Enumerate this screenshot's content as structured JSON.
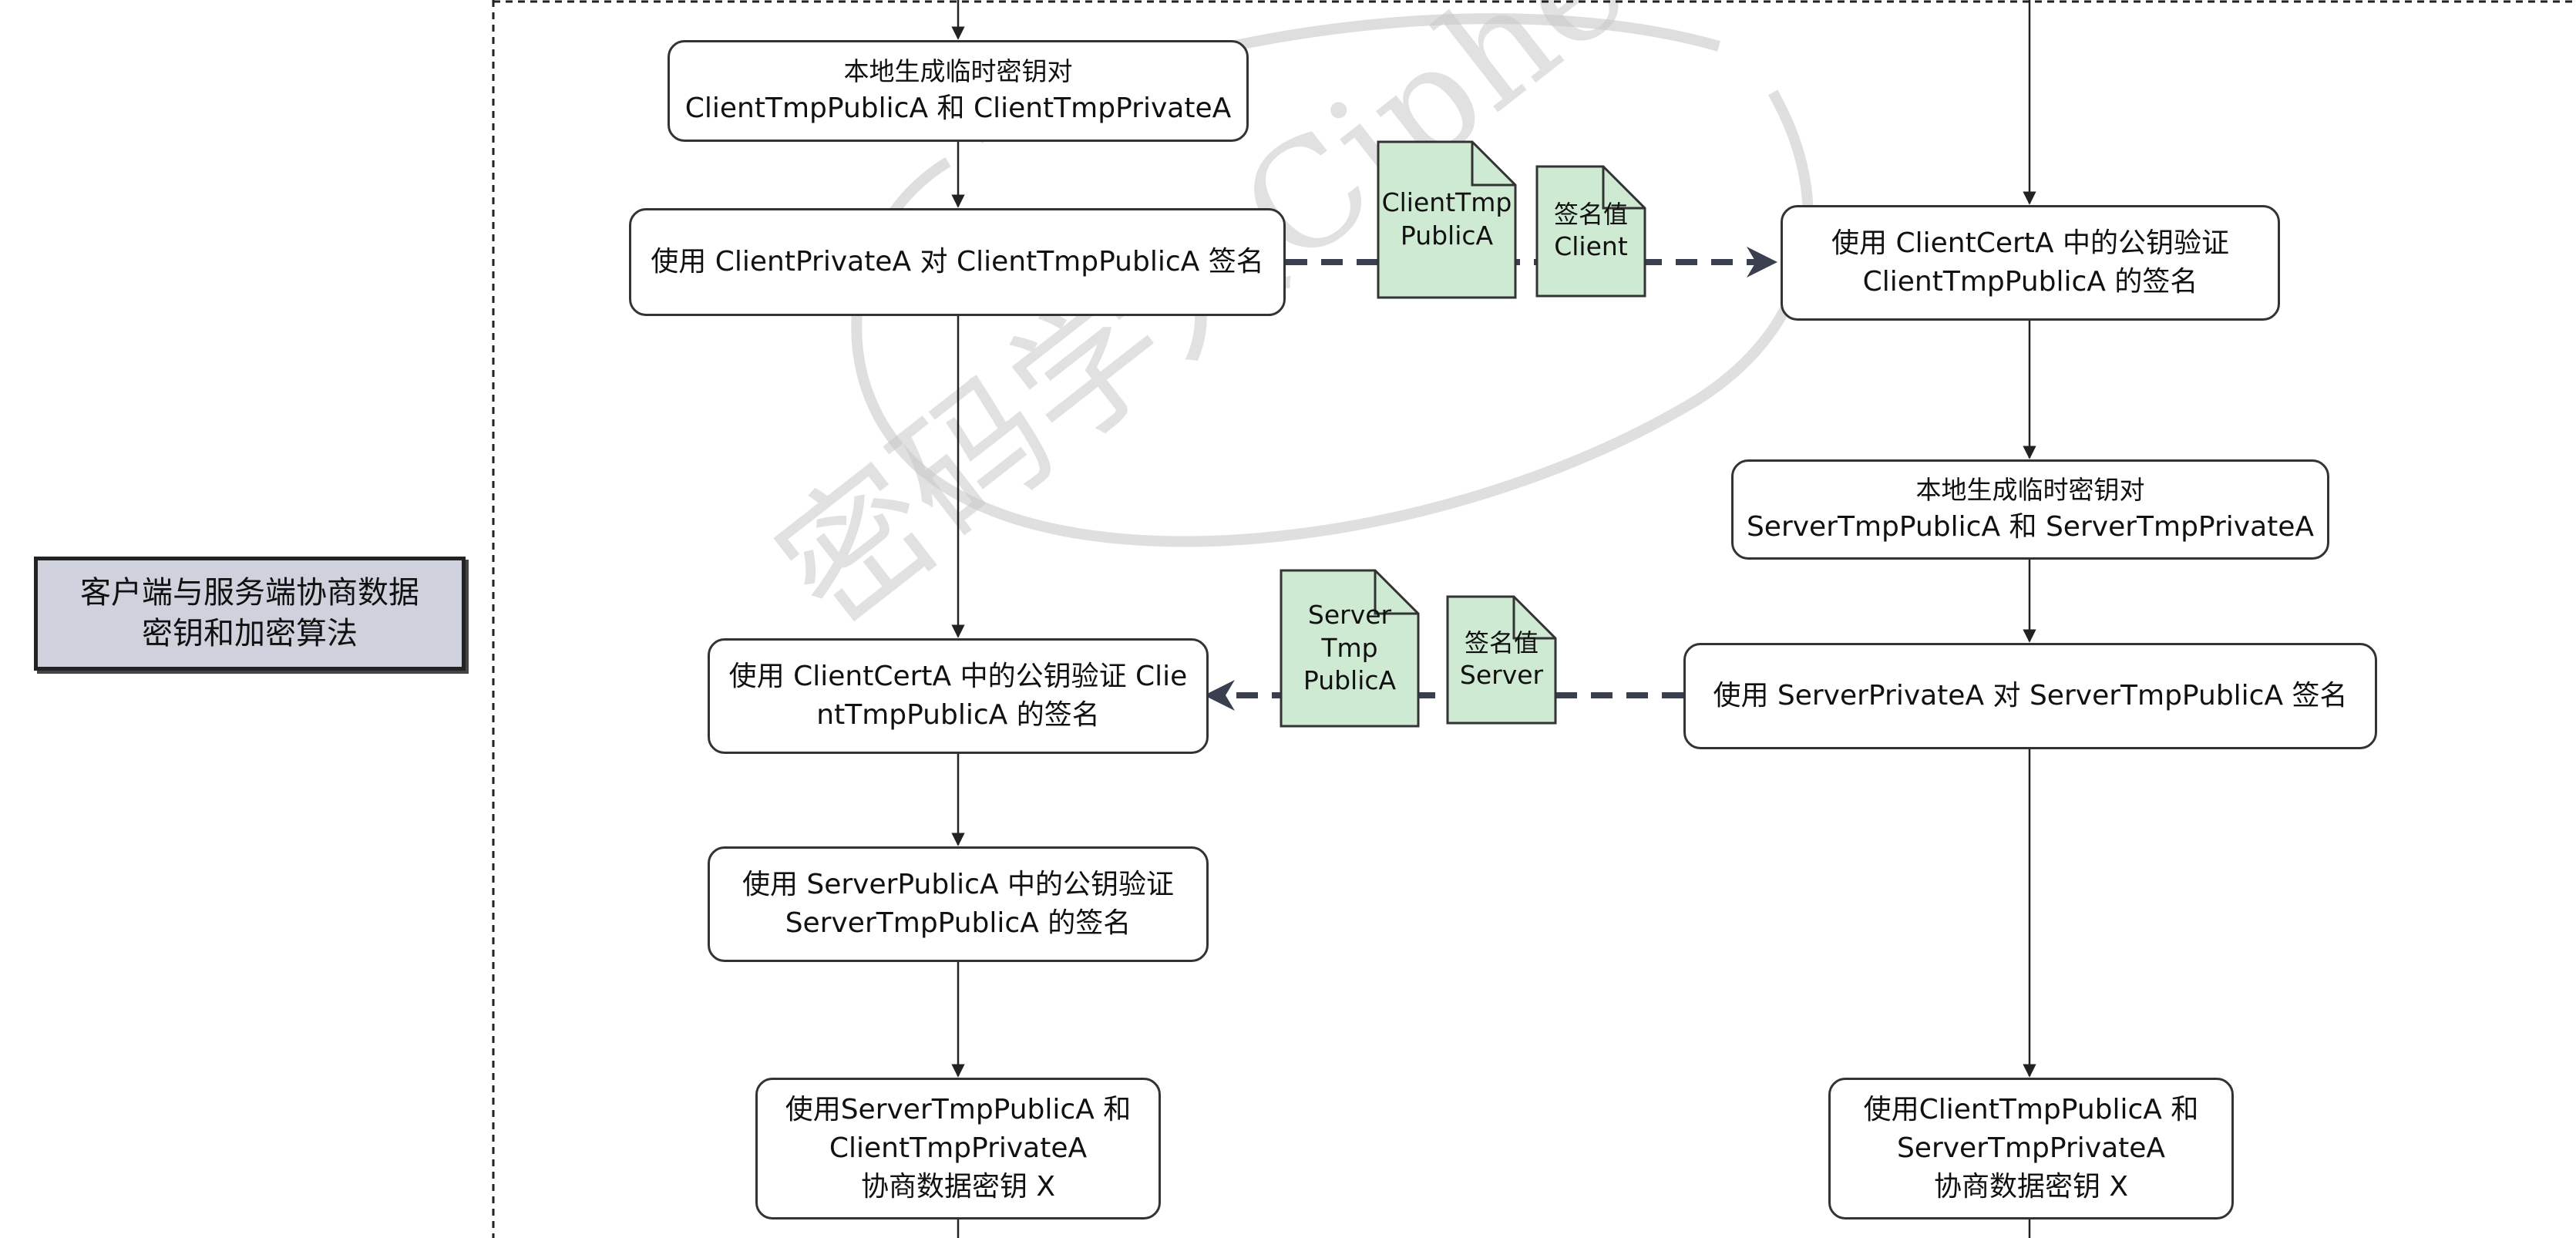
{
  "section_label": [
    "客户端与服务端协商数据",
    "密钥和加密算法"
  ],
  "client": {
    "gen_keypair": [
      "本地生成临时密钥对",
      "ClientTmpPublicA 和 ClientTmpPrivateA"
    ],
    "sign": "使用 ClientPrivateA 对 ClientTmpPublicA 签名",
    "verify_cert": [
      "使用 ClientCertA 中的公钥验证 Clie",
      "ntTmpPublicA 的签名"
    ],
    "verify_server": [
      "使用 ServerPublicA 中的公钥验证",
      "ServerTmpPublicA 的签名"
    ],
    "negotiate": [
      "使用ServerTmpPublicA 和",
      "ClientTmpPrivateA",
      "协商数据密钥 X"
    ]
  },
  "server": {
    "verify": [
      "使用 ClientCertA 中的公钥验证",
      "ClientTmpPublicA 的签名"
    ],
    "gen_keypair": [
      "本地生成临时密钥对",
      "ServerTmpPublicA 和 ServerTmpPrivateA"
    ],
    "sign": "使用 ServerPrivateA 对 ServerTmpPublicA 签名",
    "negotiate": [
      "使用ClientTmpPublicA 和",
      "ServerTmpPrivateA",
      "协商数据密钥 X"
    ]
  },
  "messages": {
    "client_tmp_public": [
      "ClientTmp",
      "PublicA"
    ],
    "client_signature": [
      "签名值",
      "Client"
    ],
    "server_tmp_public": [
      "Server",
      "Tmp",
      "PublicA"
    ],
    "server_signature": [
      "签名值",
      "Server"
    ]
  },
  "watermark": "密码学人Cipher",
  "colors": {
    "doc_fill": "#cfead3",
    "doc_stroke": "#333333",
    "label_fill": "#cfd2dc",
    "arrow_dashed": "#3a3f4f",
    "watermark": "#b8b8b8"
  }
}
